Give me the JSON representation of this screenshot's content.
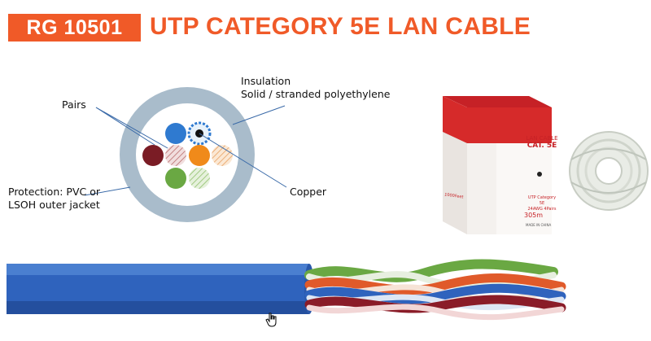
{
  "header": {
    "model": "RG 10501",
    "title": "UTP CATEGORY 5E LAN CABLE"
  },
  "diagram": {
    "labels": {
      "insulation_line1": "Insulation",
      "insulation_line2": "Solid / stranded  polyethylene",
      "pairs": "Pairs",
      "protection_line1": "Protection: PVC or",
      "protection_line2": "LSOH outer jacket",
      "copper": "Copper"
    }
  },
  "box": {
    "front_label_line1": "LAN CABLE",
    "front_label_line2": "CAT. 5E",
    "front_spec_line1": "UTP Category 5E",
    "front_spec_line2": "24AWG 4Pairs",
    "front_length": "305m",
    "front_origin": "MADE IN CHINA",
    "side_length": "1000Feet"
  },
  "colors": {
    "accent": "#f05a28",
    "jacket_blue": "#2f63bd",
    "cable_gray": "#a9bccb",
    "box_red": "#d62a2a"
  }
}
